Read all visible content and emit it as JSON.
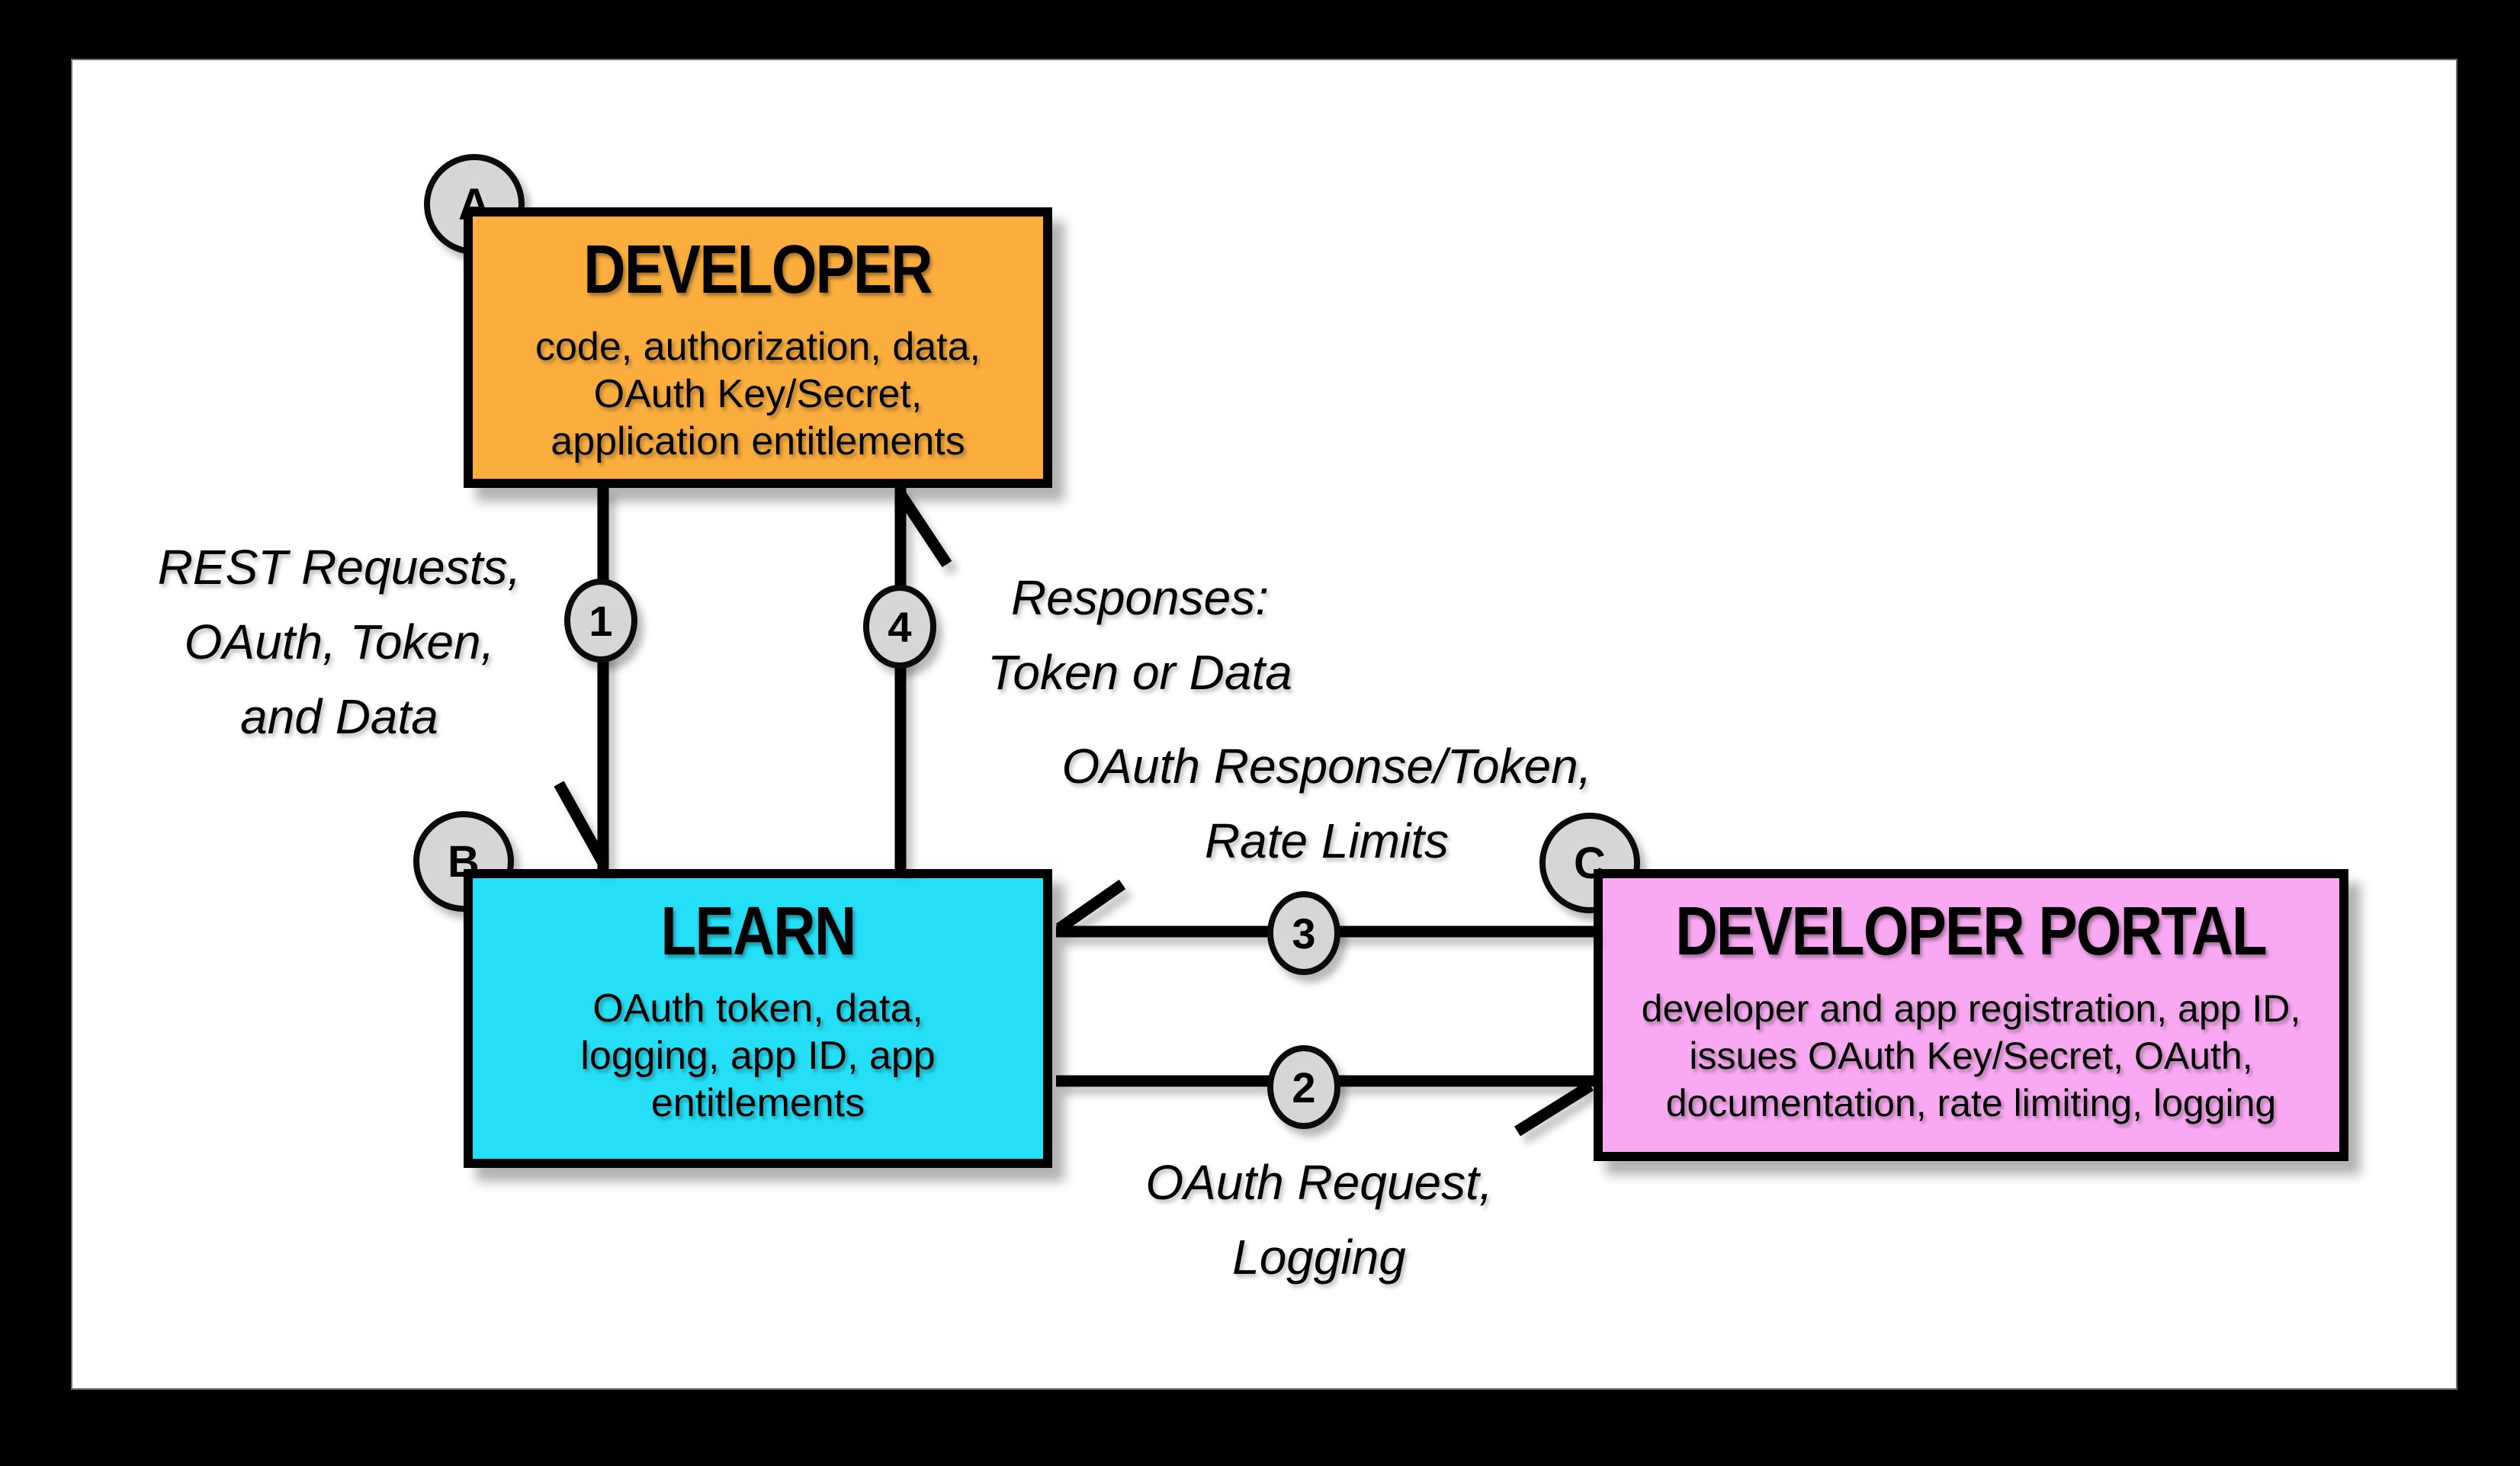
{
  "figure": {
    "type": "flow-diagram",
    "description": "API flow between Developer, Learn, and Developer Portal"
  },
  "colors": {
    "frame": "#000000",
    "canvas": "#ffffff",
    "canvas_edge": "#6e6e6e",
    "line": "#000000",
    "badge_fill": "#d6d6d6",
    "developer_fill": "#fbae3e",
    "learn_fill": "#25dff6",
    "portal_fill": "#f9a9f2"
  },
  "boxes": {
    "developer": {
      "badge": "A",
      "title": "DEVELOPER",
      "body": "code, authorization, data,\nOAuth Key/Secret,\napplication entitlements"
    },
    "learn": {
      "badge": "B",
      "title": "LEARN",
      "body": "OAuth token, data,\nlogging, app ID, app\nentitlements"
    },
    "portal": {
      "badge": "C",
      "title": "DEVELOPER PORTAL",
      "body": "developer and app registration, app ID,\nissues OAuth Key/Secret, OAuth,\ndocumentation, rate limiting, logging"
    }
  },
  "connectors": [
    {
      "step": "1",
      "from": "Developer",
      "to": "Learn",
      "label": "REST Requests,\nOAuth, Token,\nand Data"
    },
    {
      "step": "2",
      "from": "Learn",
      "to": "Developer Portal",
      "label": "OAuth Request,\nLogging"
    },
    {
      "step": "3",
      "from": "Developer Portal",
      "to": "Learn",
      "label": "OAuth Response/Token,\nRate Limits"
    },
    {
      "step": "4",
      "from": "Learn",
      "to": "Developer",
      "label": "Responses:\nToken or Data"
    }
  ]
}
